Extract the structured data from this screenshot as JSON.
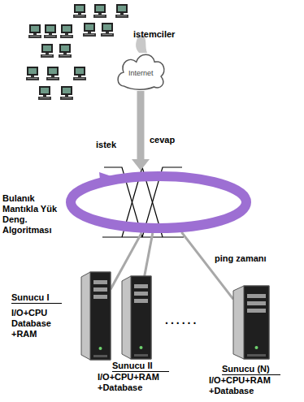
{
  "diagram": {
    "nodes": [
      {
        "text": [
          "Internet"
        ]
      },
      {
        "text": [
          "Bulanık Mantıkla Yük Deng. Algoritması"
        ]
      },
      {
        "text": [
          "Sunucu I",
          "I/O+CPU Database +RAM"
        ]
      },
      {
        "text": [
          "Sunucu II",
          "I/O+CPU+RAM +Database"
        ]
      },
      {
        "text": [
          "Sunucu (N)",
          "I/O+CPU+RAM +Database"
        ]
      }
    ],
    "edges": [
      {
        "from": 0,
        "to": 1,
        "arrow": "to"
      },
      {
        "from": 1,
        "to": 2,
        "arrow": "none"
      },
      {
        "from": 1,
        "to": 3,
        "arrow": "none"
      },
      {
        "from": 1,
        "to": 4,
        "arrow": "none"
      }
    ],
    "labels": [
      "istemciler",
      "istek",
      "cevap",
      "ping zamanı",
      "......"
    ]
  }
}
